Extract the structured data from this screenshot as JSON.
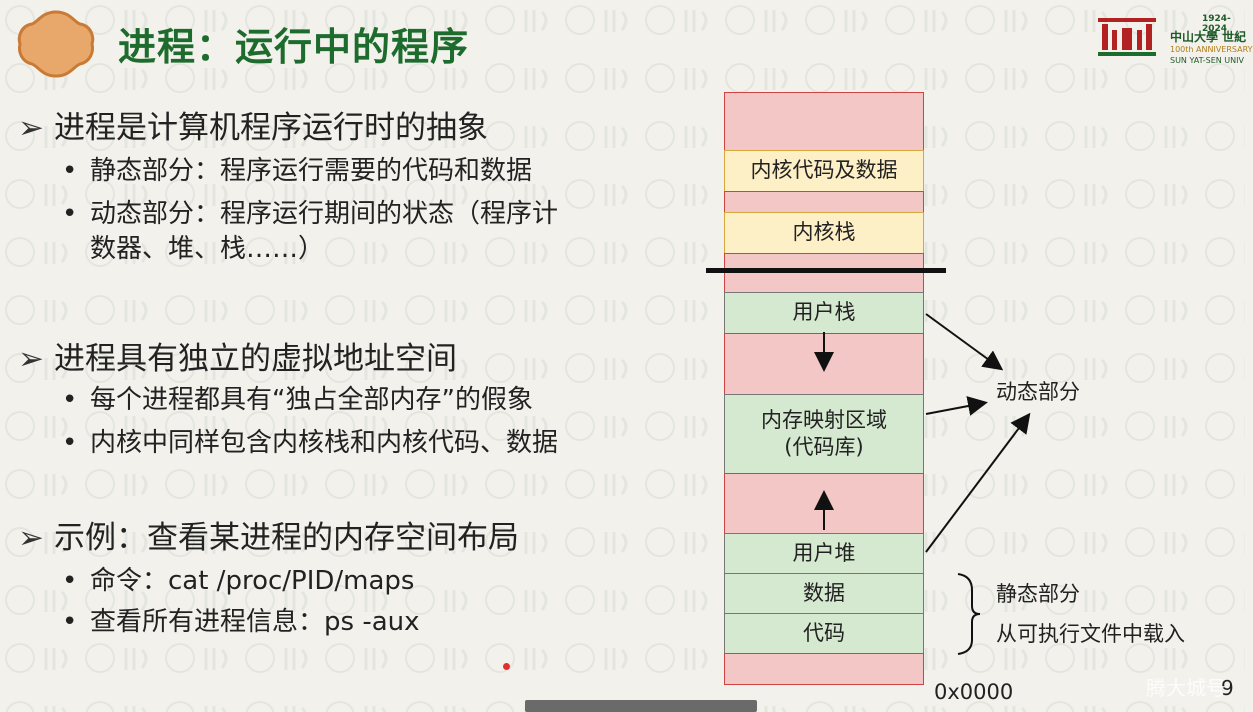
{
  "title": "进程：运行中的程序",
  "logo": {
    "years": "1924-2024",
    "name_cn": "中山大學 世紀",
    "anniversary": "100th ANNIVERSARY",
    "name_en": "SUN YAT-SEN UNIV"
  },
  "bullets": [
    {
      "text": "进程是计算机程序运行时的抽象",
      "subs": [
        {
          "line1": "静态部分：程序运行需要的代码和数据"
        },
        {
          "line1": "动态部分：程序运行期间的状态（程序计",
          "line2": "数器、堆、栈……）"
        }
      ]
    },
    {
      "text": "进程具有独立的虚拟地址空间",
      "subs": [
        {
          "line1": "每个进程都具有“独占全部内存”的假象"
        },
        {
          "line1": "内核中同样包含内核栈和内核代码、数据"
        }
      ]
    },
    {
      "text": "示例：查看某进程的内存空间布局",
      "subs": [
        {
          "line1": "命令：cat /proc/PID/maps"
        },
        {
          "line1": "查看所有进程信息：ps -aux"
        }
      ]
    }
  ],
  "memory": {
    "kernel_code": "内核代码及数据",
    "kernel_stack": "内核栈",
    "user_stack": "用户栈",
    "mmap_line1": "内存映射区域",
    "mmap_line2": "(代码库)",
    "user_heap": "用户堆",
    "data": "数据",
    "code": "代码",
    "address": "0x0000"
  },
  "labels": {
    "dynamic": "动态部分",
    "static": "静态部分",
    "static_note": "从可执行文件中载入"
  },
  "page_number": "9",
  "watermark": "腾大城号",
  "colors": {
    "title": "#1e6b2e",
    "empty_segment": "#f4c7c7",
    "kernel_segment": "#fdefc6",
    "user_segment": "#d5e8d0"
  }
}
